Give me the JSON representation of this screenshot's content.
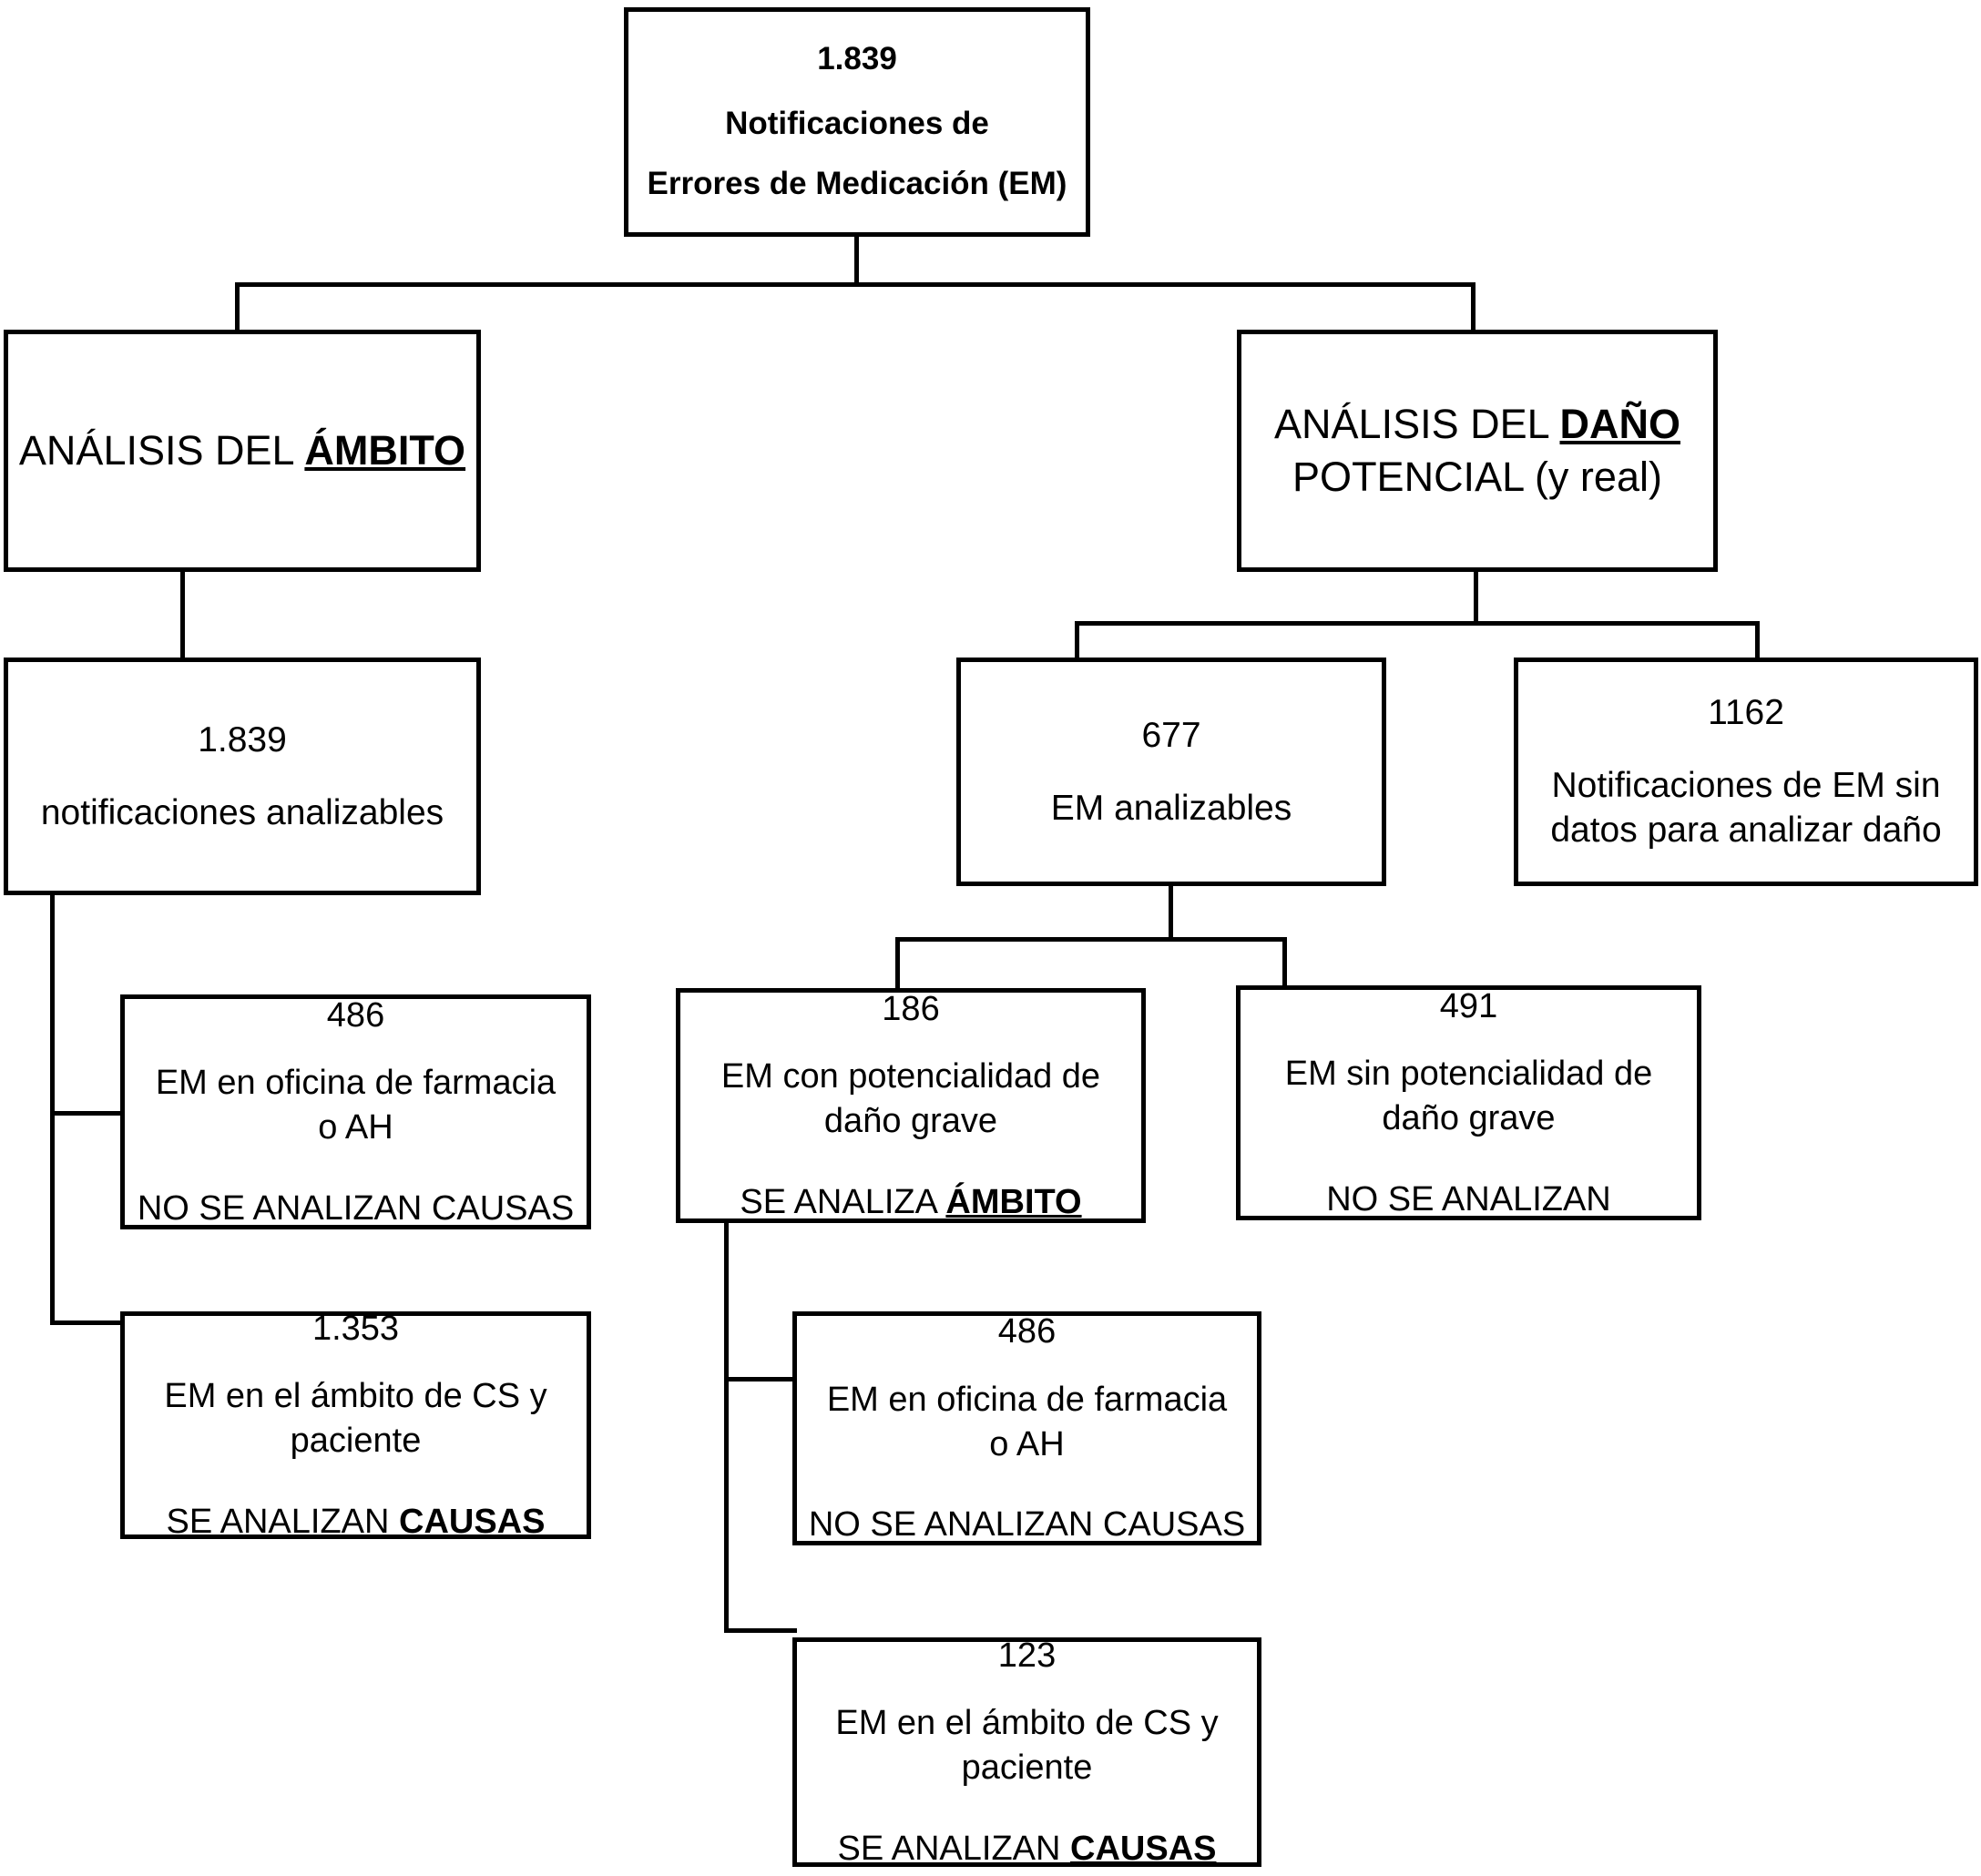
{
  "diagram": {
    "title": "Flujo de analisis de notificaciones de Errores de Medicacion",
    "stroke_color": "#000000",
    "background_color": "#ffffff"
  },
  "nodes": {
    "root": {
      "count": "1.839",
      "line1": "Notificaciones de",
      "line2": "Errores de Medicación (EM)"
    },
    "branch_ambito": {
      "prefix": "ANÁLISIS DEL ",
      "emphasis": "ÁMBITO"
    },
    "branch_dano": {
      "prefix": "ANÁLISIS DEL ",
      "emphasis": "DAÑO",
      "line2": "POTENCIAL (y real)"
    },
    "notificaciones_analizables": {
      "count": "1.839",
      "line1": "notificaciones analizables"
    },
    "em_analizables": {
      "count": "677",
      "line1": "EM analizables"
    },
    "sin_datos": {
      "count": "1162",
      "line1": "Notificaciones de EM sin",
      "line2": "datos para analizar daño"
    },
    "ambito_farmacia": {
      "count": "486",
      "line1": "EM en oficina de farmacia",
      "line2": "o AH",
      "line3": "NO SE ANALIZAN CAUSAS"
    },
    "ambito_cs": {
      "count": "1.353",
      "line1": "EM en el ámbito de CS y",
      "line2": "paciente",
      "line3_prefix": "SE ANALIZAN ",
      "line3_emphasis": "CAUSAS"
    },
    "con_potencialidad": {
      "count": "186",
      "line1": "EM con potencialidad de",
      "line2": "daño grave",
      "line3_prefix": "SE ANALIZA ",
      "line3_emphasis": "ÁMBITO"
    },
    "sin_potencialidad": {
      "count": "491",
      "line1": "EM sin potencialidad de",
      "line2": "daño grave",
      "line3": "NO SE ANALIZAN"
    },
    "dano_farmacia": {
      "count": "486",
      "line1": "EM en oficina de farmacia",
      "line2": "o AH",
      "line3": "NO SE ANALIZAN CAUSAS"
    },
    "dano_cs": {
      "count": "123",
      "line1": "EM en el ámbito de CS y",
      "line2": "paciente",
      "line3_prefix": "SE ANALIZAN ",
      "line3_emphasis": "CAUSAS"
    }
  }
}
